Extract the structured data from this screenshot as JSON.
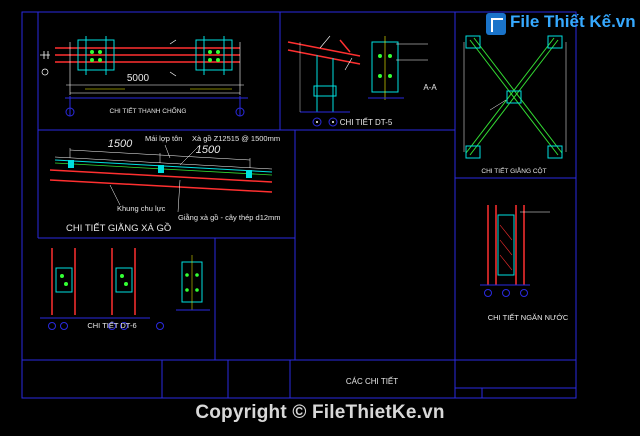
{
  "watermark": {
    "logo_text": "File Thiết Kế.vn",
    "copyright": "Copyright © FileThietKe.vn"
  },
  "drawing": {
    "dim_5000": "5000",
    "thanh_chong_title": "CHI TIẾT THANH CHỐNG",
    "section_a": "A-A",
    "dt5_title": "CHI TIẾT DT-5",
    "giang_cot_title": "CHI TIẾT GIẰNG CỘT",
    "dim_1500_a": "1500",
    "dim_1500_b": "1500",
    "mai_lop_ton": "Mái lợp tôn",
    "xa_go": "Xà gồ Z12515 @ 1500mm",
    "khung_chu_luc": "Khung chu lực",
    "giang_xa_go_note": "Giằng xà gồ - cây thép d12mm",
    "giang_xa_go_title": "CHI TIẾT GIẰNG XÀ GỒ",
    "dt6_title": "CHI TIẾT DT-6",
    "ngan_nuoc_title": "CHI TIẾT NGĂN NƯỚC",
    "cac_chi_tiet": "CÁC CHI TIẾT"
  }
}
